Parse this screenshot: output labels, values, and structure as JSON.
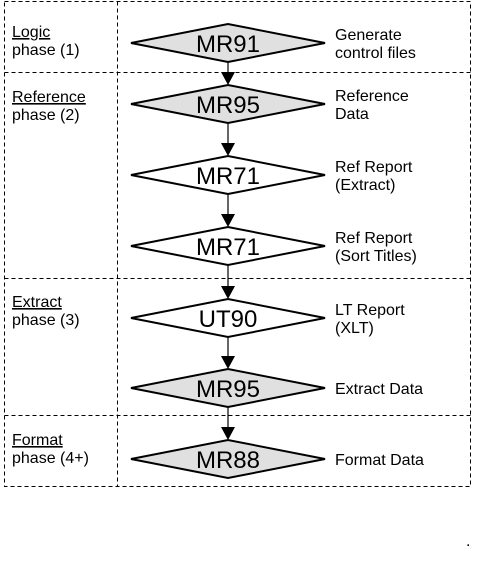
{
  "colors": {
    "shaded_fill": "#e0e0e0",
    "plain_fill": "#ffffff",
    "line": "#000000"
  },
  "phases": [
    {
      "title": "Logic",
      "detail": "phase (1)"
    },
    {
      "title": "Reference",
      "detail": "phase (2)"
    },
    {
      "title": "Extract",
      "detail": "phase (3)"
    },
    {
      "title": "Format",
      "detail": "phase (4+)"
    }
  ],
  "steps": [
    {
      "code": "MR91",
      "shaded": true,
      "desc": [
        "Generate",
        "control files"
      ]
    },
    {
      "code": "MR95",
      "shaded": true,
      "desc": [
        "Reference",
        "Data"
      ]
    },
    {
      "code": "MR71",
      "shaded": false,
      "desc": [
        "Ref Report",
        "(Extract)"
      ]
    },
    {
      "code": "MR71",
      "shaded": false,
      "desc": [
        "Ref Report",
        "(Sort Titles)"
      ]
    },
    {
      "code": "UT90",
      "shaded": false,
      "desc": [
        "LT Report",
        "(XLT)"
      ]
    },
    {
      "code": "MR95",
      "shaded": true,
      "desc": [
        "Extract Data"
      ]
    },
    {
      "code": "MR88",
      "shaded": true,
      "desc": [
        "Format Data"
      ]
    }
  ],
  "footer_mark": "."
}
